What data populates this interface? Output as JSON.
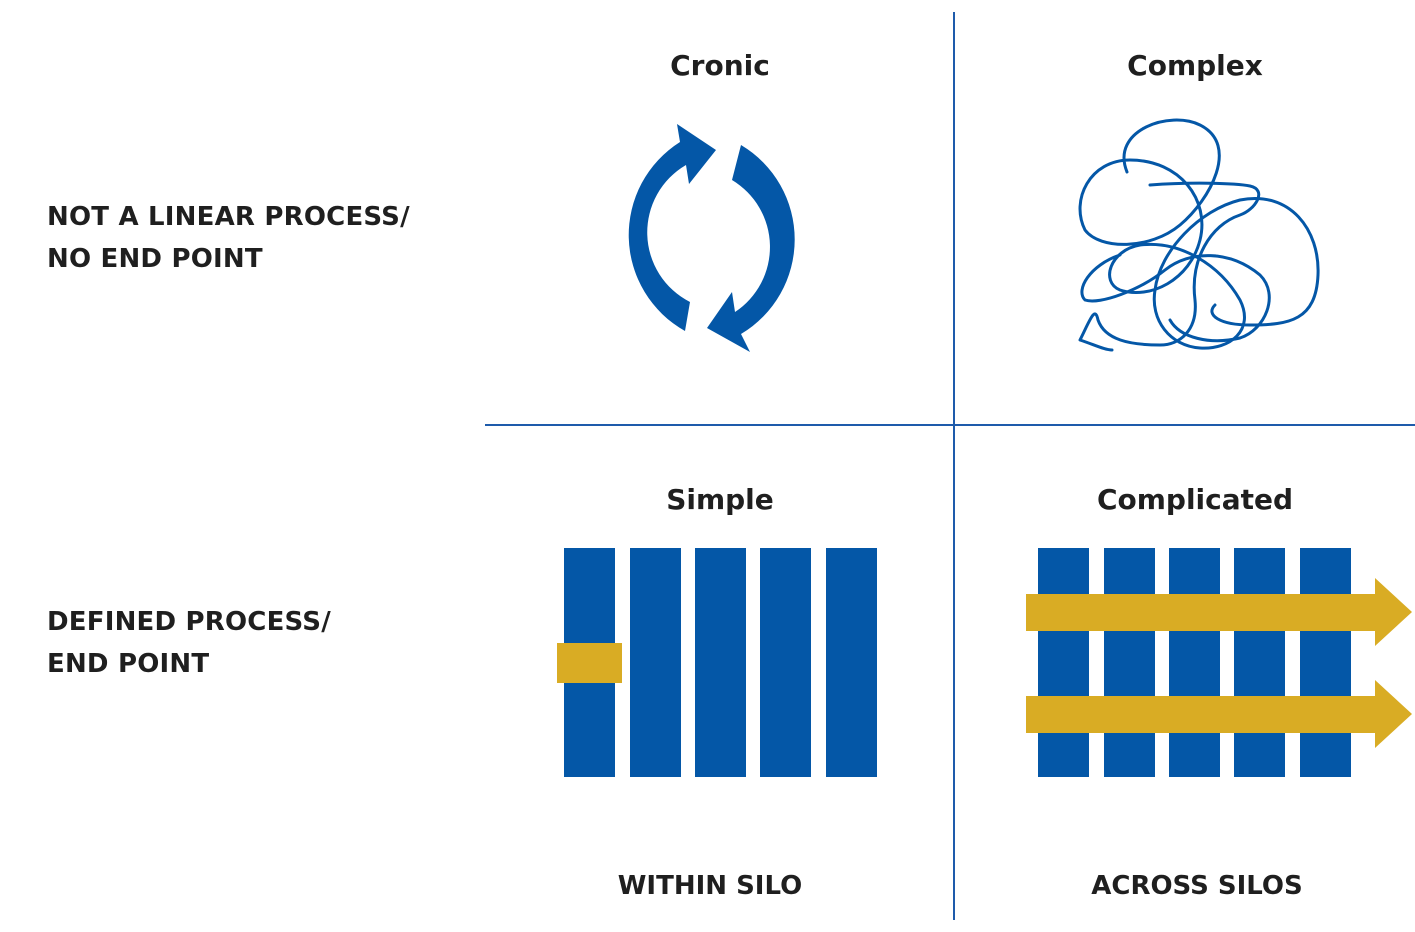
{
  "rows": {
    "top": [
      "NOT A LINEAR PROCESS/",
      "NO END POINT"
    ],
    "bottom": [
      "DEFINED PROCESS/",
      "END POINT"
    ]
  },
  "quadrants": {
    "cronic": "Cronic",
    "complex": "Complex",
    "simple": "Simple",
    "complicated": "Complicated"
  },
  "columns": {
    "left": "WITHIN SILO",
    "right": "ACROSS SILOS"
  },
  "colors": {
    "blue": "#0457a7",
    "gold": "#d9ac24",
    "divider": "#1e5bab",
    "text": "#1f1f1f"
  }
}
